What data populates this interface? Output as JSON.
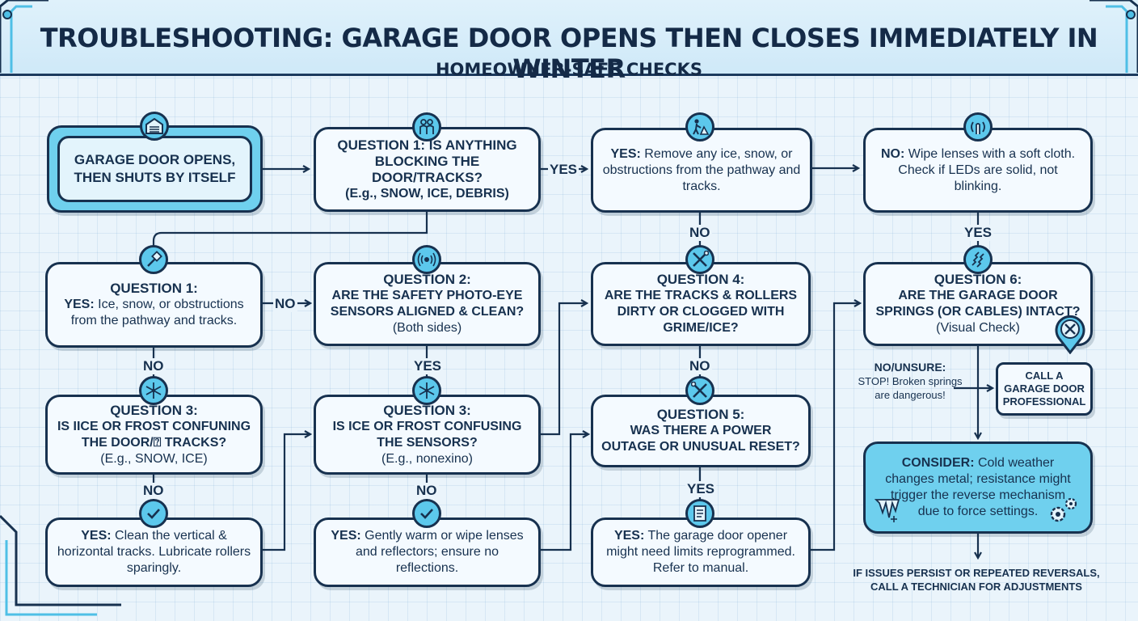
{
  "title": "TROUBLESHOOTING: GARAGE DOOR OPENS THEN CLOSES IMMEDIATELY IN WINTER",
  "subtitle": "HOMEOWNER-SAFE CHECKS",
  "nodes": {
    "start": {
      "text": "GARAGE DOOR OPENS, THEN SHUTS BY ITSELF"
    },
    "q1_blocking": {
      "head": "QUESTION 1: IS ANYTHING",
      "body": "BLOCKING THE DOOR/TRACKS?",
      "sub": "(E.g., SNOW, ICE, DEBRIS)"
    },
    "yes_remove": {
      "lead": "YES:",
      "text": "Remove any ice, snow, or obstructions from the pathway and tracks."
    },
    "no_wipe": {
      "lead": "NO:",
      "text": "Wipe lenses with a soft cloth. Check if LEDs are solid, not blinking."
    },
    "q1_repeat": {
      "head": "QUESTION 1:",
      "lead": "YES:",
      "text": "Ice, snow, or obstructions from the pathway and tracks."
    },
    "q2_sensors": {
      "head": "QUESTION 2:",
      "body": "ARE THE SAFETY PHOTO-EYE SENSORS ALIGNED & CLEAN?",
      "sub": "(Both sides)"
    },
    "q4_tracks": {
      "head": "QUESTION 4:",
      "body": "ARE THE TRACKS & ROLLERS DIRTY OR CLOGGED WITH GRIME/ICE?"
    },
    "q6_springs": {
      "head": "QUESTION 6:",
      "body": "ARE THE GARAGE DOOR SPRINGS (OR CABLES) INTACT?",
      "sub": "(Visual Check)"
    },
    "q3_left": {
      "head": "QUESTION 3:",
      "body": "IS IICE OR FROST CONFUNING THE DOOR/⍰ TRACKS?",
      "sub": "(E.g., SNOW, ICE)"
    },
    "q3_mid": {
      "head": "QUESTION 3:",
      "body": "IS ICE OR FROST CONFUSING THE SENSORS?",
      "sub": "(E.g., nonexino)"
    },
    "q5_power": {
      "head": "QUESTION 5:",
      "body": "WAS THERE A POWER OUTAGE OR UNUSUAL RESET?"
    },
    "yes_clean": {
      "lead": "YES:",
      "text": "Clean the vertical & horizontal tracks. Lubricate rollers sparingly."
    },
    "yes_warm": {
      "lead": "YES:",
      "text": "Gently warm or wipe lenses and reflectors; ensure no reflections."
    },
    "yes_limits": {
      "lead": "YES:",
      "text": "The garage door opener might need limits reprogrammed. Refer to manual."
    },
    "call_pro": {
      "text": "CALL A GARAGE DOOR PROFESSIONAL"
    },
    "consider": {
      "lead": "CONSIDER:",
      "text": "Cold weather changes metal; resistance might trigger the reverse mechanism due to force settings."
    }
  },
  "warning": {
    "lead": "NO/UNSURE:",
    "text": "STOP! Broken springs are dangerous!"
  },
  "final_note": "IF ISSUES PERSIST OR REPEATED REVERSALS, CALL A TECHNICIAN FOR ADJUSTMENTS",
  "edge_labels": {
    "yes": "YES",
    "no": "NO",
    "no_arrow": "NO"
  },
  "colors": {
    "accent": "#5cc8ec",
    "outline": "#17314f",
    "box_fill": "#f4faff",
    "background": "#eaf4fb"
  },
  "icons": [
    "garage-icon",
    "people-icon",
    "worker-icon",
    "touch-sensor-icon",
    "scraper-icon",
    "sensor-wave-icon",
    "tools-icon",
    "spring-icon",
    "snowflake-icon",
    "checkmark-icon",
    "document-icon",
    "gear-icon",
    "ice-icon",
    "wrench-pin-icon"
  ]
}
